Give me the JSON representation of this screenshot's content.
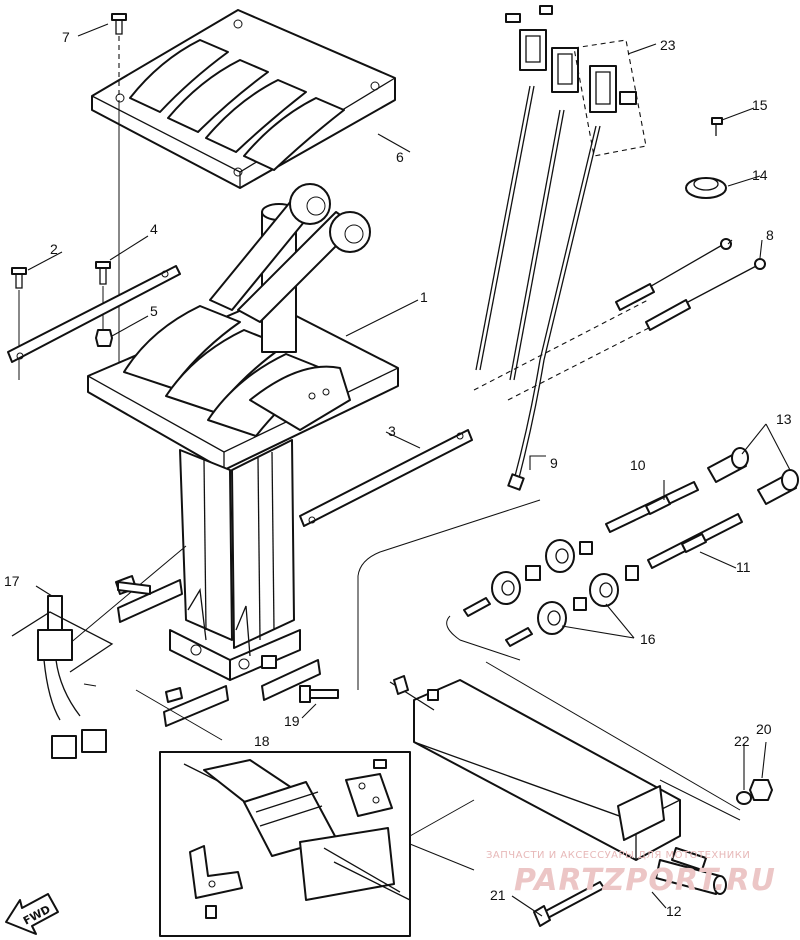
{
  "callouts": {
    "n1": "1",
    "n2": "2",
    "n3": "3",
    "n4": "4",
    "n5": "5",
    "n6": "6",
    "n7": "7",
    "n8": "8",
    "n9": "9",
    "n10": "10",
    "n11": "11",
    "n12": "12",
    "n13": "13",
    "n14": "14",
    "n15": "15",
    "n16": "16",
    "n17": "17",
    "n18": "18",
    "n19": "19",
    "n20": "20",
    "n21": "21",
    "n22": "22",
    "n23": "23"
  },
  "orientation": {
    "label": "FWD"
  },
  "watermark": {
    "line1": "ЗАПЧАСТИ И АКСЕССУАРЫ ДЛЯ МОТОТЕХНИКИ",
    "line2": "PARTZPORT.RU"
  }
}
